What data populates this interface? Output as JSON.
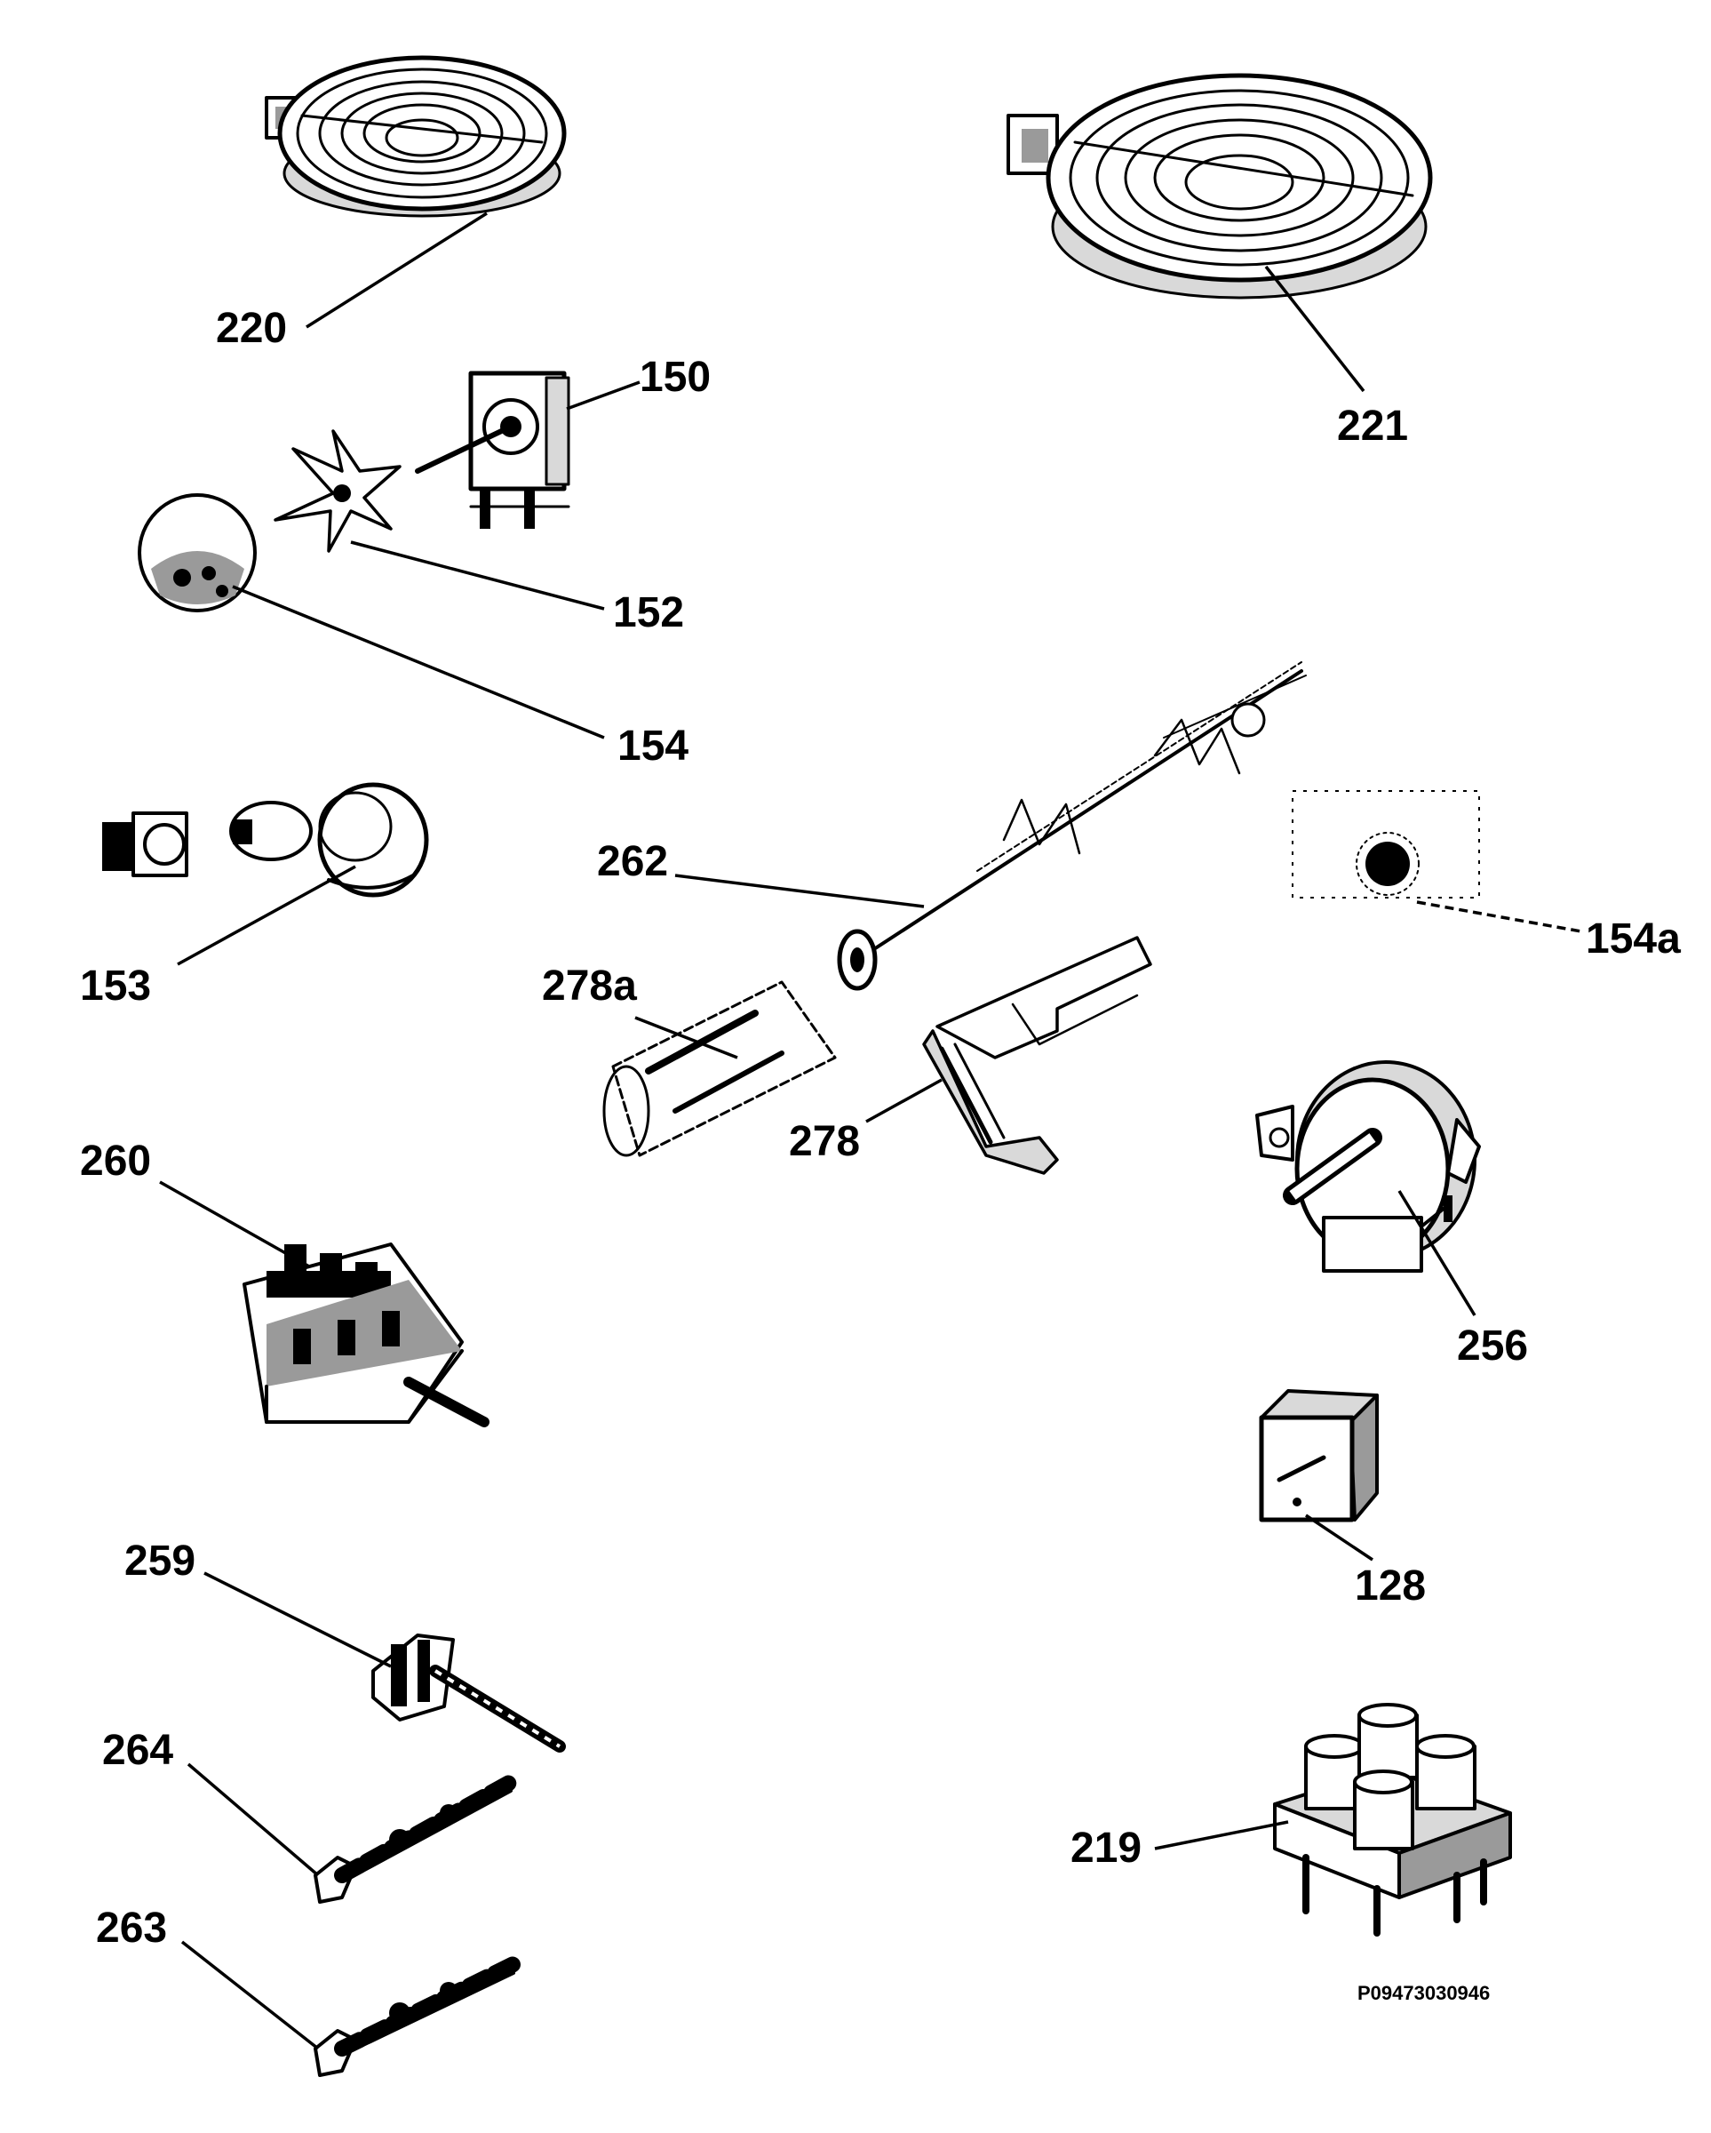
{
  "diagram": {
    "reference_code": "P09473030946",
    "parts": [
      {
        "id": "220",
        "label": "220",
        "icon": "small-radiant-hotplate-icon"
      },
      {
        "id": "221",
        "label": "221",
        "icon": "large-radiant-hotplate-icon"
      },
      {
        "id": "150",
        "label": "150",
        "icon": "fan-motor-icon"
      },
      {
        "id": "152",
        "label": "152",
        "icon": "fan-blade-icon"
      },
      {
        "id": "154",
        "label": "154",
        "icon": "lamp-cover-icon"
      },
      {
        "id": "153",
        "label": "153",
        "icon": "oven-lamp-assembly-icon"
      },
      {
        "id": "262",
        "label": "262",
        "icon": "thermostat-capillary-icon"
      },
      {
        "id": "154a",
        "label": "154a",
        "icon": "lamp-cover-small-icon"
      },
      {
        "id": "278a",
        "label": "278a",
        "icon": "heating-element-icon"
      },
      {
        "id": "278",
        "label": "278",
        "icon": "mounting-bracket-icon"
      },
      {
        "id": "260",
        "label": "260",
        "icon": "selector-switch-icon"
      },
      {
        "id": "256",
        "label": "256",
        "icon": "timer-motor-icon"
      },
      {
        "id": "128",
        "label": "128",
        "icon": "relay-icon"
      },
      {
        "id": "259",
        "label": "259",
        "icon": "energy-regulator-icon"
      },
      {
        "id": "264",
        "label": "264",
        "icon": "switch-icon"
      },
      {
        "id": "263",
        "label": "263",
        "icon": "switch-icon"
      },
      {
        "id": "219",
        "label": "219",
        "icon": "terminal-block-icon"
      }
    ]
  }
}
